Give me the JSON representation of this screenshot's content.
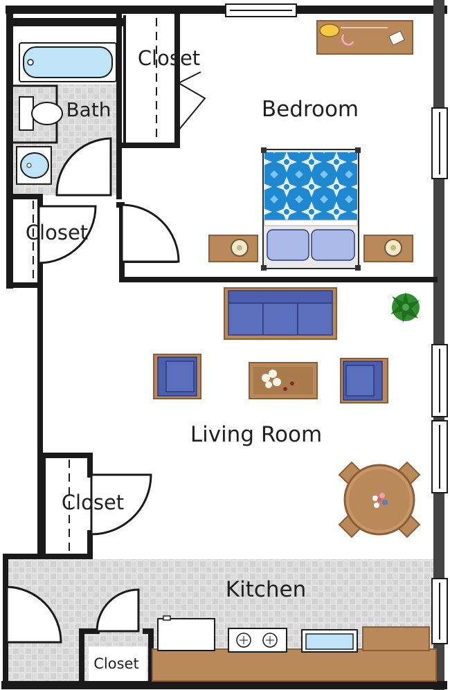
{
  "labels": {
    "bedroom": "Bedroom",
    "bedroom_closet": "Closet",
    "bath": "Bath",
    "hall_closet": "Closet",
    "living_room": "Living Room",
    "living_closet": "Closet",
    "kitchen": "Kitchen",
    "kitchen_closet": "Closet"
  },
  "colors": {
    "wall": "#1a1a1a",
    "exterior_wall": "#444444",
    "floor_tile_light": "#e3e3e3",
    "floor_tile_dark": "#cfcfcf",
    "wood": "#b9895a",
    "wood_dark": "#8a5d36",
    "sofa_blue": "#5b6fbf",
    "bedspread_blue": "#1e88d1",
    "pillow_blue": "#a9b9e8",
    "tub_blue": "#bfe3f7",
    "plant_green": "#2f8f2f"
  }
}
